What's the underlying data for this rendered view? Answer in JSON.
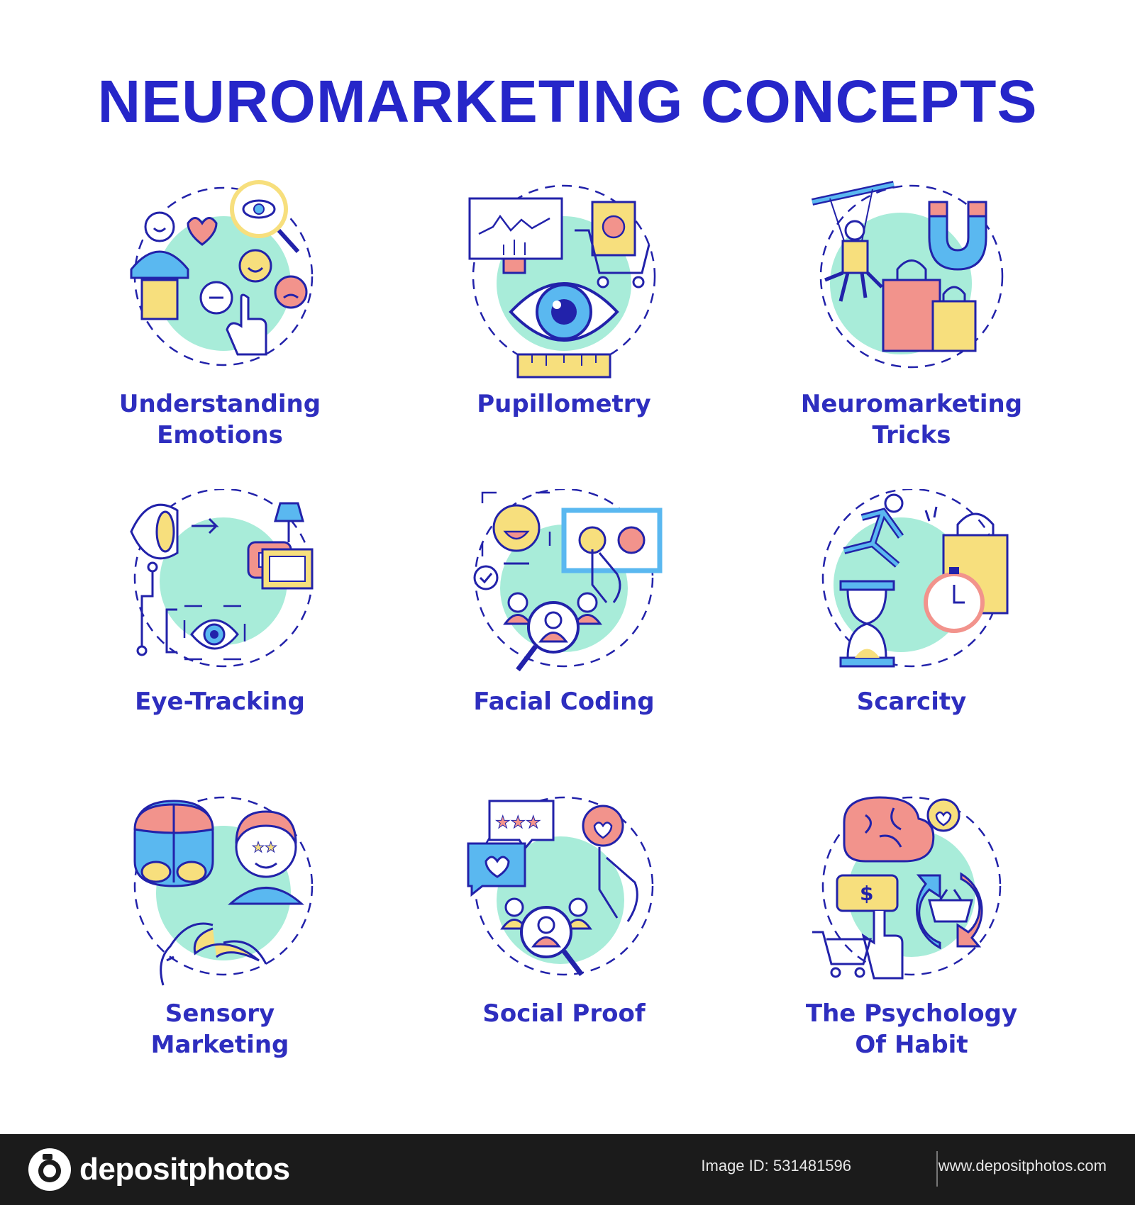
{
  "title": "NEUROMARKETING CONCEPTS",
  "colors": {
    "title": "#2626c9",
    "label": "#2e2ebf",
    "outline": "#2222aa",
    "mint": "#a8ecd9",
    "blue": "#5ab8f0",
    "yellow": "#f7df7d",
    "salmon": "#f2938c",
    "footer": "#1b1b1b"
  },
  "concepts": [
    {
      "label_lines": [
        "Understanding",
        "Emotions"
      ],
      "icon": "emotions-icon"
    },
    {
      "label_lines": [
        "Pupillometry"
      ],
      "icon": "pupillometry-icon"
    },
    {
      "label_lines": [
        "Neuromarketing",
        "Tricks"
      ],
      "icon": "tricks-icon"
    },
    {
      "label_lines": [
        "Eye-Tracking"
      ],
      "icon": "eye-tracking-icon"
    },
    {
      "label_lines": [
        "Facial Coding"
      ],
      "icon": "facial-coding-icon"
    },
    {
      "label_lines": [
        "Scarcity"
      ],
      "icon": "scarcity-icon"
    },
    {
      "label_lines": [
        "Sensory",
        "Marketing"
      ],
      "icon": "sensory-icon"
    },
    {
      "label_lines": [
        "Social Proof"
      ],
      "icon": "social-proof-icon"
    },
    {
      "label_lines": [
        "The Psychology",
        "Of Habit"
      ],
      "icon": "habit-icon"
    }
  ],
  "footer": {
    "brand": "depositphotos",
    "image_id": "Image ID: 531481596",
    "website": "www.depositphotos.com"
  }
}
